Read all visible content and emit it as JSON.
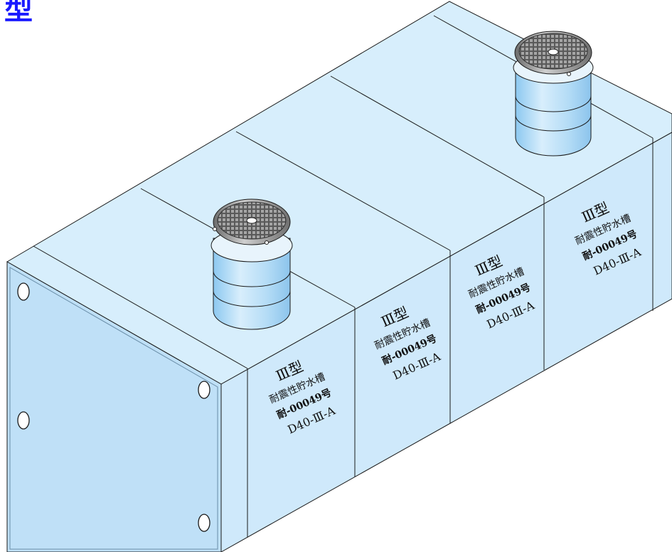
{
  "corner_title": "型",
  "panels": [
    {
      "type_label": "Ⅲ型",
      "name": "耐震性貯水槽",
      "cert": "耐-00049号",
      "model": "D40-Ⅲ-A"
    },
    {
      "type_label": "Ⅲ型",
      "name": "耐震性貯水槽",
      "cert": "耐-00049号",
      "model": "D40-Ⅲ-A"
    },
    {
      "type_label": "Ⅲ型",
      "name": "耐震性貯水槽",
      "cert": "耐-00049号",
      "model": "D40-Ⅲ-A"
    },
    {
      "type_label": "Ⅲ型",
      "name": "耐震性貯水槽",
      "cert": "耐-00049号",
      "model": "D40-Ⅲ-A"
    }
  ],
  "colors": {
    "tank_side": "#cfe9fb",
    "tank_top": "#d7eefc",
    "tank_end": "#bfe0f7",
    "edge": "#1a1a1a",
    "cylinder": "#a9d6f5",
    "manhole": "#7a7a7a",
    "title": "#1a1aff"
  }
}
